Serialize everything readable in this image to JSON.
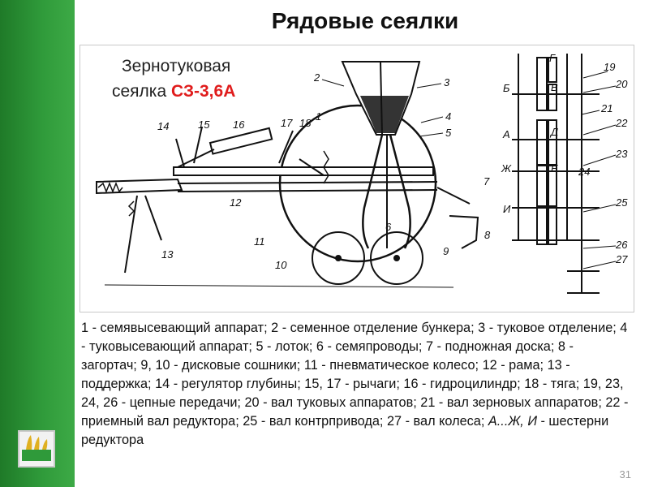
{
  "title": "Рядовые сеялки",
  "subtitle_line1": "Зернотуковая",
  "subtitle_line2_prefix": "сеялка ",
  "subtitle_model": "СЗ-3,6А",
  "caption_part1": "1 - семявысевающий аппарат; 2 - семенное отделение бункера; 3 - туковое отделение; 4 - туковысевающий аппарат; 5 - лоток; 6 - семяпроводы; 7 - подножная доска; 8 - загортач; 9, 10 - дисковые сошники; 11 - пневматическое колесо; 12 - рама; 13 - поддержка; 14 - регулятор глубины; 15, 17 - рычаги; 16 - гидроцилиндр; 18 - тяга; 19, 23, 24, 26 - цепные передачи; 20 - вал туковых аппаратов; 21 - вал зерновых аппаратов; 22 - приемный вал редуктора; 25 - вал контрпривода; 27 - вал колеса; ",
  "caption_italic": "А...Ж, И",
  "caption_part2": " - шестерни редуктора",
  "page_number": "31",
  "diagram_labels": {
    "n1": "1",
    "n2": "2",
    "n3": "3",
    "n4": "4",
    "n5": "5",
    "n6": "6",
    "n7": "7",
    "n8": "8",
    "n9": "9",
    "n10": "10",
    "n11": "11",
    "n12": "12",
    "n13": "13",
    "n14": "14",
    "n15": "15",
    "n16": "16",
    "n17": "17",
    "n18": "18",
    "n19": "19",
    "n20": "20",
    "n21": "21",
    "n22": "22",
    "n23": "23",
    "n24": "24",
    "n25": "25",
    "n26": "26",
    "n27": "27",
    "lB": "Б",
    "lV": "В",
    "lG": "Г",
    "lA": "А",
    "lD": "Д",
    "lZh": "Ж",
    "lE": "Е",
    "lI": "И"
  },
  "colors": {
    "sidebar": "#2f9a3a",
    "model": "#e01c1c"
  }
}
